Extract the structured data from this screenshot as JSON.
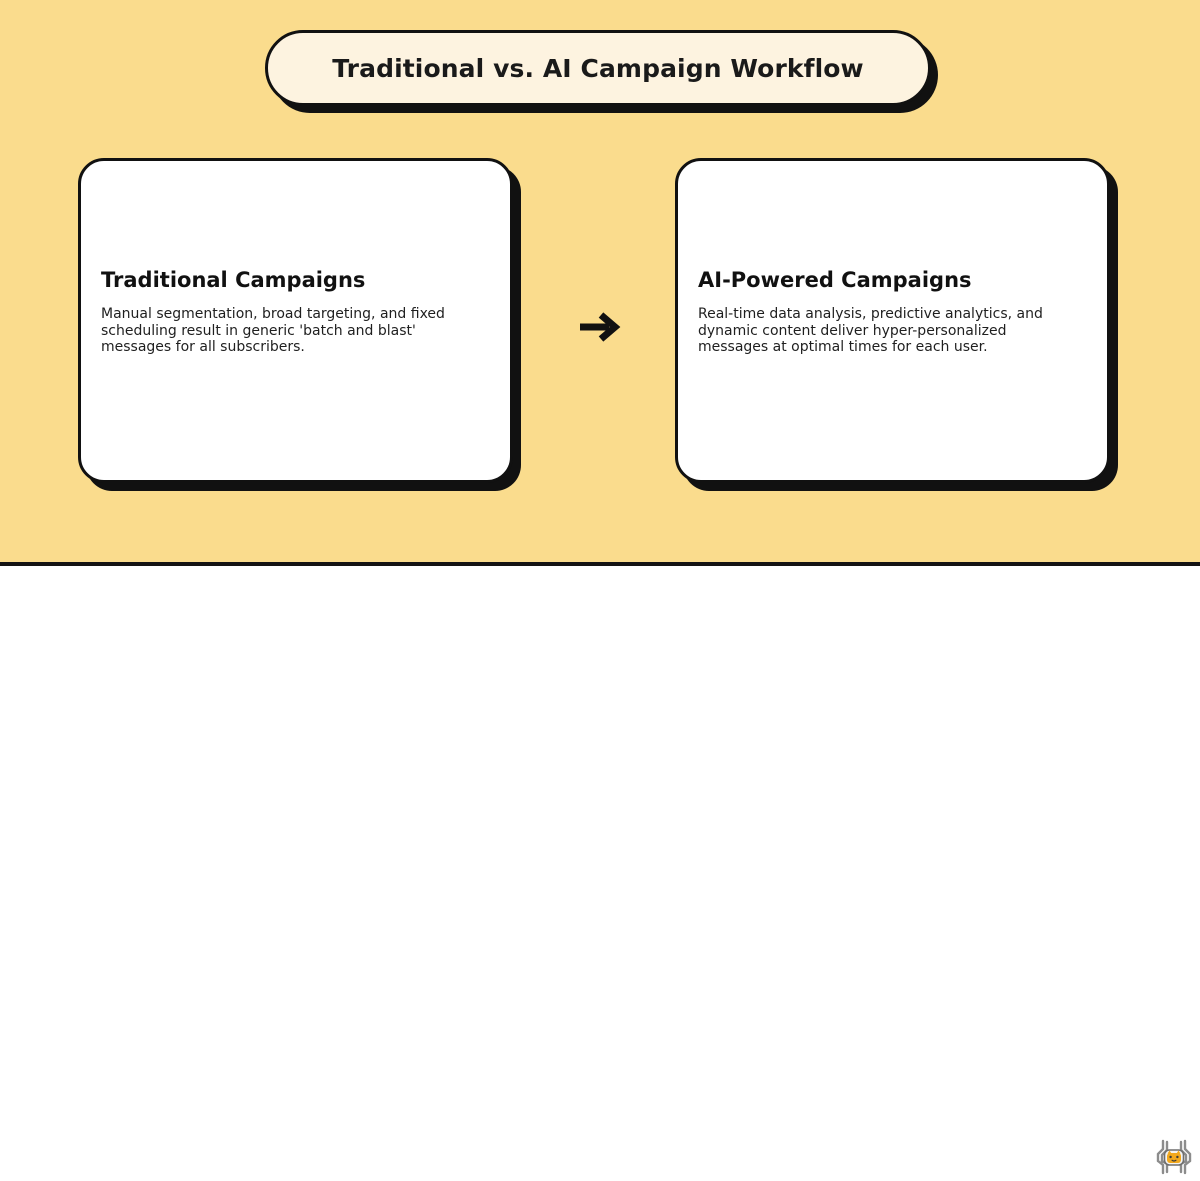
{
  "page": {
    "background_color": "#fadc8d",
    "footer_background_color": "#ffffff",
    "divider_color": "#141414"
  },
  "banner": {
    "title": "Traditional vs. AI Campaign Workflow",
    "fill_color": "#fdf3e0",
    "border_color": "#111111",
    "shadow_color": "#111111"
  },
  "diagram": {
    "type": "comparison-flow",
    "connector": {
      "icon": "arrow-right-icon",
      "glyph": "→",
      "color": "#111111"
    },
    "cards": [
      {
        "id": "traditional",
        "heading": "Traditional Campaigns",
        "body": "Manual segmentation, broad targeting, and fixed scheduling result in generic 'batch and blast' messages for all subscribers.",
        "fill_color": "#ffffff",
        "border_color": "#111111"
      },
      {
        "id": "ai-powered",
        "heading": "AI-Powered Campaigns",
        "body": "Real-time data analysis, predictive analytics, and dynamic content deliver hyper-personalized messages at optimal times for each user.",
        "fill_color": "#ffffff",
        "border_color": "#111111"
      }
    ]
  },
  "footer": {
    "logo": {
      "icon": "spider-mascot-logo",
      "body_color": "#f0a81e",
      "shell_color": "#f2f2f2",
      "leg_color": "#8a8a8a",
      "outline_color": "#4a4a4a"
    }
  }
}
